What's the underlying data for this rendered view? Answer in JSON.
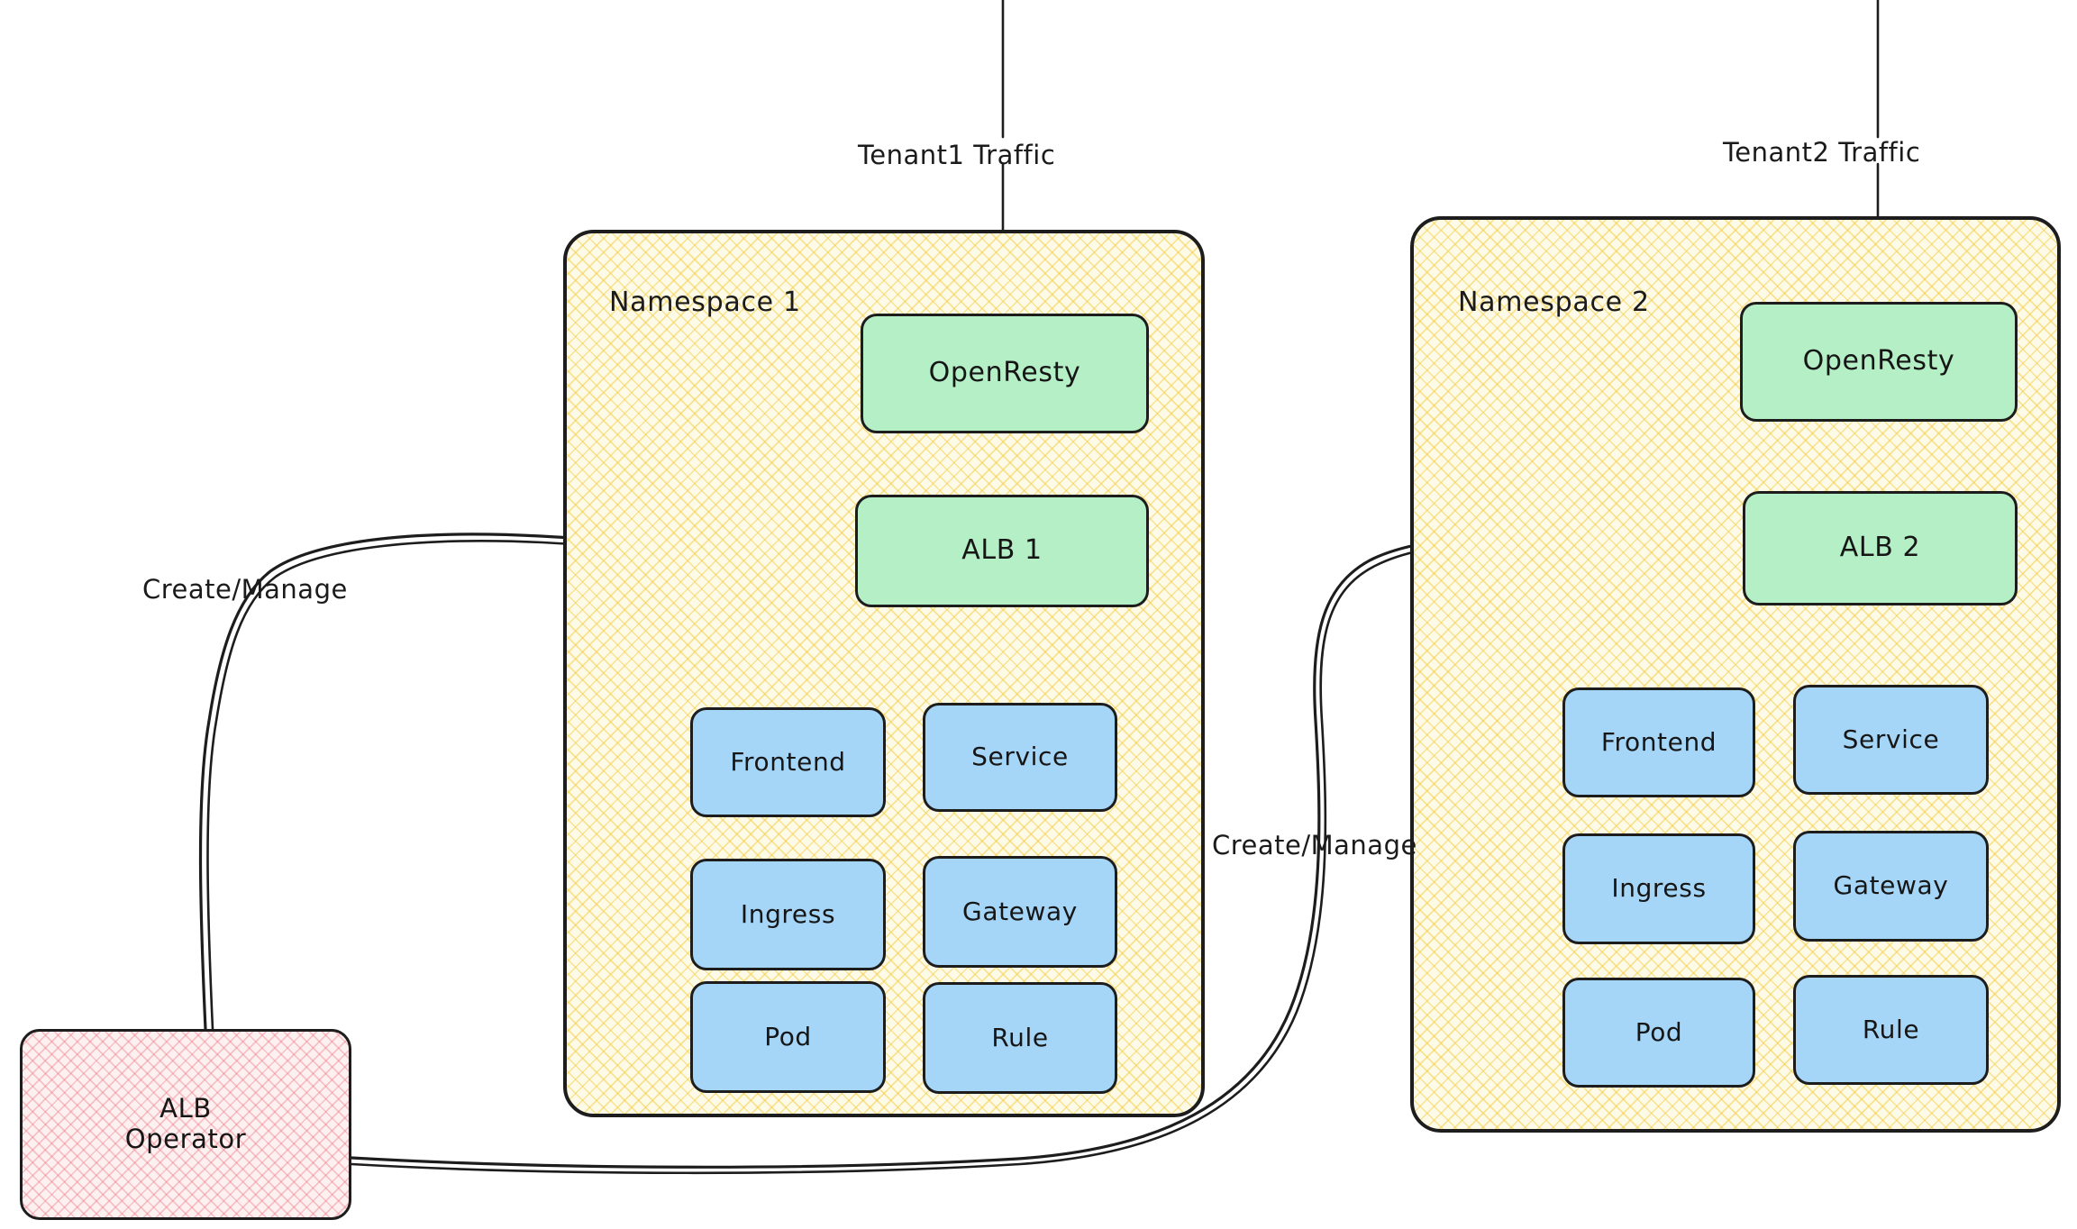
{
  "diagram": {
    "title": "ALB Operator multi-tenant namespace architecture",
    "colors": {
      "namespace_fill": "#fdfbe8",
      "namespace_hatch": "#f5cd46",
      "green_node": "#b4efc6",
      "blue_node": "#a5d5f7",
      "operator_fill": "#fdf0f1",
      "operator_hatch": "#eb7882",
      "stroke": "#1d1d1d",
      "background": "#ffffff"
    }
  },
  "traffic": [
    {
      "id": "tenant1",
      "label": "Tenant1 Traffic"
    },
    {
      "id": "tenant2",
      "label": "Tenant2 Traffic"
    }
  ],
  "namespaces": [
    {
      "id": "ns1",
      "title": "Namespace 1",
      "gateway": {
        "label": "OpenResty"
      },
      "alb": {
        "label": "ALB 1"
      },
      "resources": [
        {
          "label": "Frontend"
        },
        {
          "label": "Service"
        },
        {
          "label": "Ingress"
        },
        {
          "label": "Gateway"
        },
        {
          "label": "Pod"
        },
        {
          "label": "Rule"
        }
      ]
    },
    {
      "id": "ns2",
      "title": "Namespace 2",
      "gateway": {
        "label": "OpenResty"
      },
      "alb": {
        "label": "ALB 2"
      },
      "resources": [
        {
          "label": "Frontend"
        },
        {
          "label": "Service"
        },
        {
          "label": "Ingress"
        },
        {
          "label": "Gateway"
        },
        {
          "label": "Pod"
        },
        {
          "label": "Rule"
        }
      ]
    }
  ],
  "operator": {
    "line1": "ALB",
    "line2": "Operator"
  },
  "edges": [
    {
      "id": "op-to-alb1",
      "label": "Create/Manage",
      "from": "ALB Operator",
      "to": "ALB 1"
    },
    {
      "id": "op-to-alb2",
      "label": "Create/Manage",
      "from": "ALB Operator",
      "to": "ALB 2"
    },
    {
      "id": "tenant1-to-openresty1",
      "label": "",
      "from": "Tenant1 Traffic",
      "to": "OpenResty"
    },
    {
      "id": "tenant2-to-openresty2",
      "label": "",
      "from": "Tenant2 Traffic",
      "to": "OpenResty"
    },
    {
      "id": "alb1-to-openresty1",
      "label": "",
      "from": "ALB 1",
      "to": "OpenResty"
    },
    {
      "id": "alb2-to-openresty2",
      "label": "",
      "from": "ALB 2",
      "to": "OpenResty"
    }
  ]
}
